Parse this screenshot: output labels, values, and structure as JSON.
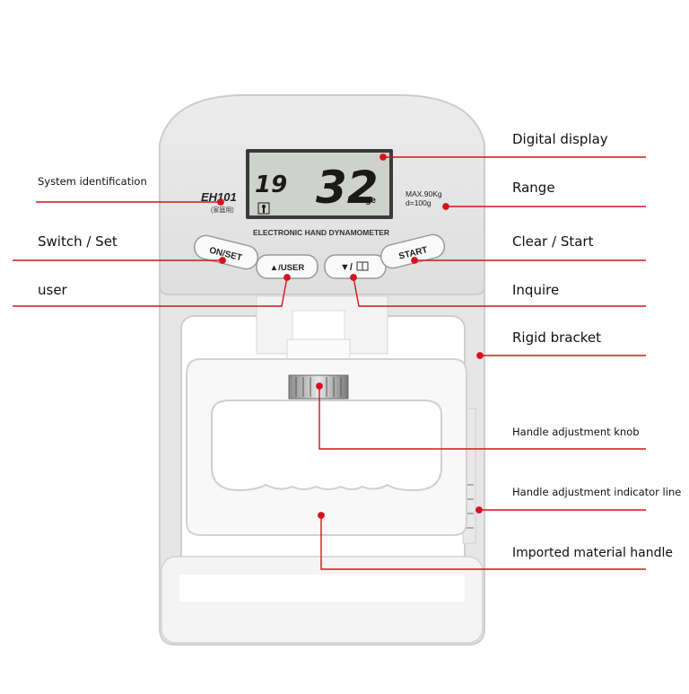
{
  "device": {
    "model": "EH101",
    "model_sub": "(家庭用)",
    "title": "ELECTRONIC HAND DYNAMOMETER",
    "lcd": {
      "user_no": "19",
      "value": "32",
      "age_label": "Age"
    },
    "spec": {
      "max": "MAX.90Kg",
      "division": "d=100g"
    },
    "buttons": {
      "on_set": "ON/SET",
      "user": "▲/USER",
      "inquire": "▼/",
      "start": "START"
    }
  },
  "callouts": {
    "system_identification": "System identification",
    "switch_set": "Switch / Set",
    "user": "user",
    "digital_display": "Digital display",
    "range": "Range",
    "clear_start": "Clear / Start",
    "inquire": "Inquire",
    "rigid_bracket": "Rigid bracket",
    "handle_adjustment_knob": "Handle adjustment knob",
    "handle_adjustment_indicator_line": "Handle adjustment indicator line",
    "imported_material_handle": "Imported material handle"
  },
  "colors": {
    "leader_line": "#d6121c",
    "body": "#e3e3e3",
    "handle": "#f7f7f7",
    "lcd": "#cfd2cc"
  }
}
